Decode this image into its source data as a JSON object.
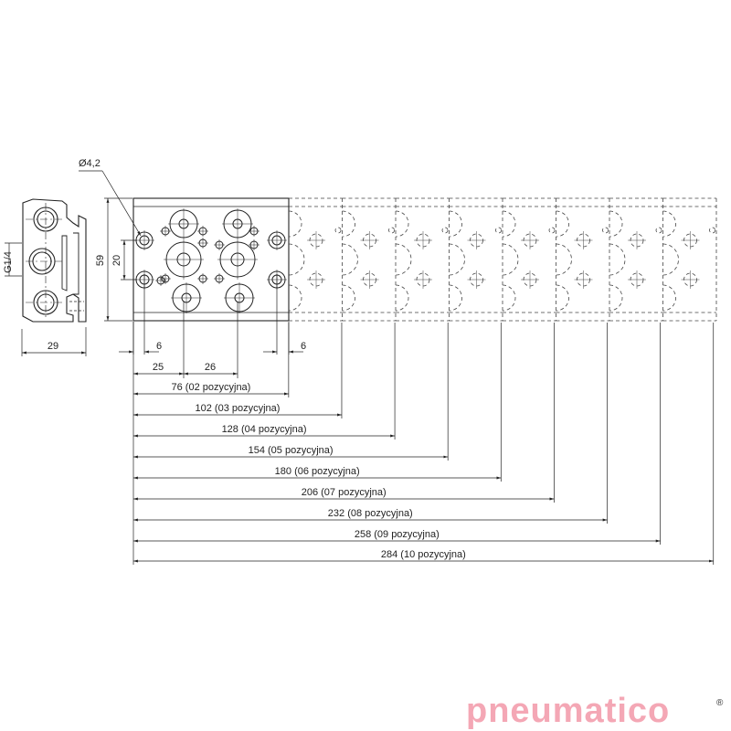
{
  "drawing": {
    "hole_label": "Ø4,2",
    "thread_label": "G1/4",
    "height_label": "59",
    "pitch_label": "20",
    "width_label": "29",
    "left_offset_label": "6",
    "right_offset_label": "6",
    "first_port_label": "25",
    "port_pitch_label": "26",
    "lengths": [
      {
        "label": "76 (02 pozycyjna)"
      },
      {
        "label": "102 (03 pozycyjna)"
      },
      {
        "label": "128 (04 pozycyjna)"
      },
      {
        "label": "154 (05 pozycyjna)"
      },
      {
        "label": "180 (06 pozycyjna)"
      },
      {
        "label": "206 (07 pozycyjna)"
      },
      {
        "label": "232 (08 pozycyjna)"
      },
      {
        "label": "258 (09 pozycyjna)"
      },
      {
        "label": "284 (10 pozycyjna)"
      }
    ]
  },
  "brand": {
    "logo_text": "pneumatico",
    "logo_color": "#f4a7b5",
    "registered": "®"
  }
}
